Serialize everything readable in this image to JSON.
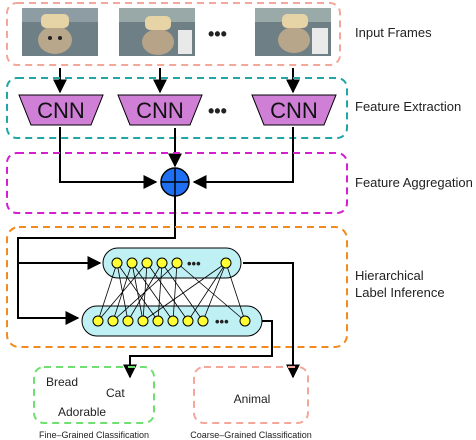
{
  "stages": {
    "input": "Input Frames",
    "feature_extraction": "Feature Extraction",
    "feature_aggregation": "Feature Aggregation",
    "label_inference_line1": "Hierarchical",
    "label_inference_line2": "Label Inference"
  },
  "cnn_label": "CNN",
  "ellipsis": "•••",
  "fine_grained": {
    "labels": [
      "Bread",
      "Cat",
      "Adorable"
    ],
    "caption": "Fine–Grained Classification"
  },
  "coarse_grained": {
    "labels": [
      "Animal"
    ],
    "caption": "Coarse–Grained Classification"
  },
  "colors": {
    "input_border": "#f3a79b",
    "feature_border": "#1fa7a7",
    "aggregation_border": "#d21fd0",
    "inference_border": "#f28a1e",
    "fine_border": "#6fe06f",
    "coarse_border": "#f3a79b",
    "cnn_fill": "#cf7fd6",
    "node_fill": "#ffff33",
    "layer_fill": "#bff0f4",
    "sum_fill": "#1f6ff2"
  }
}
